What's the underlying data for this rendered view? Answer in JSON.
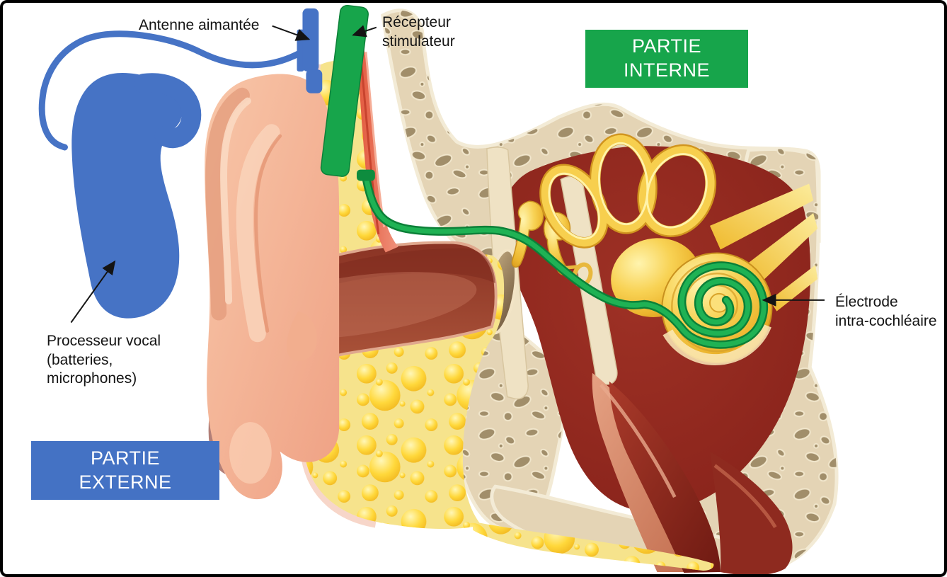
{
  "figure": {
    "subject": "cochlear-implant-ear-cross-section"
  },
  "badges": {
    "interne": {
      "line1": "PARTIE",
      "line2": "INTERNE",
      "color": "#17A54B"
    },
    "externe": {
      "line1": "PARTIE",
      "line2": "EXTERNE",
      "color": "#4472C4"
    }
  },
  "annotations": {
    "antenne": {
      "text": "Antenne aimantée"
    },
    "recepteur": {
      "line1": "Récepteur",
      "line2": "stimulateur"
    },
    "processeur": {
      "line1": "Processeur vocal",
      "line2": "(batteries,",
      "line3": "microphones)"
    },
    "electrode": {
      "line1": "Électrode",
      "line2": "intra-cochléaire"
    }
  },
  "colors": {
    "device_blue": "#4673C5",
    "implant_green": "#17A54B",
    "bone_beige": "#E4D4B5",
    "cavity_maroon": "#95291F",
    "fat_yellow": "#F6E38C",
    "skin_peach": "#F4B79B",
    "text_black": "#141414"
  }
}
